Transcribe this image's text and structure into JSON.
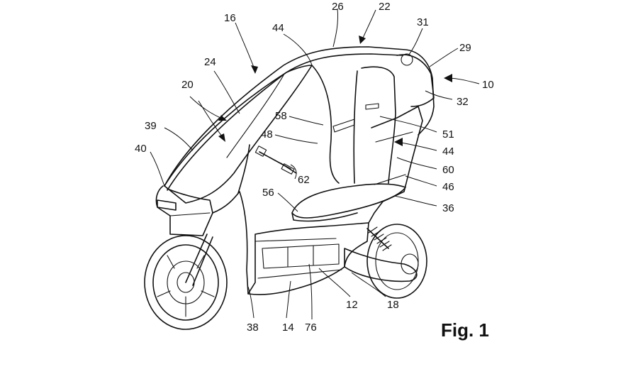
{
  "figure": {
    "caption": "Fig. 1",
    "labels": {
      "l10": "10",
      "l12": "12",
      "l14": "14",
      "l16": "16",
      "l18": "18",
      "l20": "20",
      "l22": "22",
      "l24": "24",
      "l26": "26",
      "l29": "29",
      "l31": "31",
      "l32": "32",
      "l36": "36",
      "l38": "38",
      "l39": "39",
      "l40": "40",
      "l44a": "44",
      "l44b": "44",
      "l46": "46",
      "l48": "48",
      "l51": "51",
      "l56": "56",
      "l58": "58",
      "l60": "60",
      "l62": "62",
      "l76": "76"
    }
  }
}
